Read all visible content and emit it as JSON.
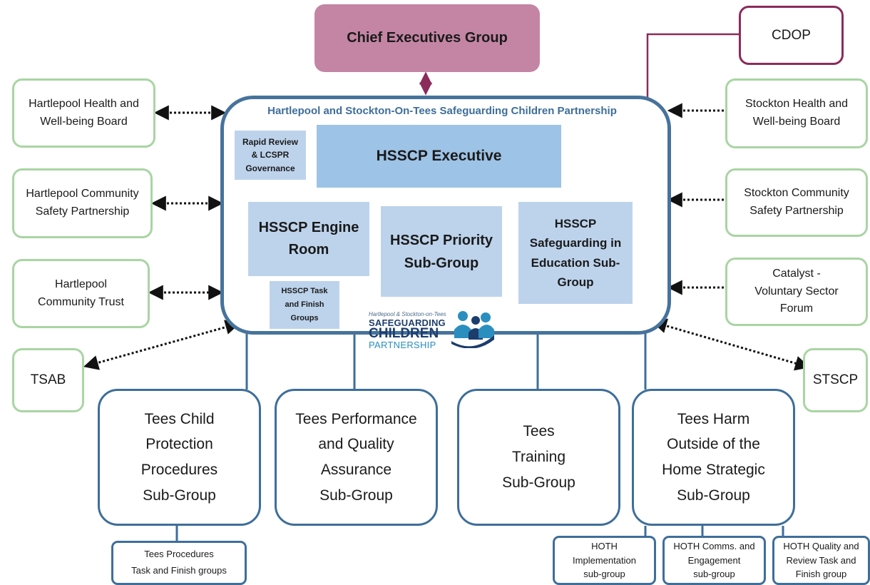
{
  "top": {
    "chief": "Chief Executives Group",
    "cdop": "CDOP"
  },
  "partnership": {
    "title": "Hartlepool and Stockton-On-Tees Safeguarding Children Partnership",
    "rapid_review": [
      "Rapid Review",
      "& LCSPR",
      "Governance"
    ],
    "executive": "HSSCP Executive",
    "engine_room": [
      "HSSCP Engine",
      "Room"
    ],
    "priority": [
      "HSSCP Priority",
      "Sub-Group"
    ],
    "education": [
      "HSSCP",
      "Safeguarding in",
      "Education Sub-",
      "Group"
    ],
    "task_finish": [
      "HSSCP Task",
      "and Finish",
      "Groups"
    ],
    "logo": {
      "small": "Hartlepool & Stockton-on-Tees",
      "line1": "SAFEGUARDING",
      "line2": "CHILDREN",
      "line3": "PARTNERSHIP"
    }
  },
  "left": {
    "health": [
      "Hartlepool Health and",
      "Well-being Board"
    ],
    "community_safety": [
      "Hartlepool Community",
      "Safety Partnership"
    ],
    "trust": [
      "Hartlepool",
      "Community Trust"
    ],
    "tsab": "TSAB"
  },
  "right": {
    "health": [
      "Stockton Health and",
      "Well-being Board"
    ],
    "community_safety": [
      "Stockton Community",
      "Safety Partnership"
    ],
    "catalyst": [
      "Catalyst -",
      "Voluntary Sector",
      "Forum"
    ],
    "stscp": "STSCP"
  },
  "subgroups": {
    "child_protection": [
      "Tees Child",
      "Protection",
      "Procedures",
      "Sub-Group"
    ],
    "performance": [
      "Tees Performance",
      "and Quality",
      "Assurance",
      "Sub-Group"
    ],
    "training": [
      "Tees",
      "Training",
      "Sub-Group"
    ],
    "harm": [
      "Tees Harm",
      "Outside of the",
      "Home Strategic",
      "Sub-Group"
    ]
  },
  "bottom": {
    "procedures": [
      "Tees Procedures",
      "Task and Finish groups"
    ],
    "hoth_impl": [
      "HOTH",
      "Implementation",
      "sub-group"
    ],
    "hoth_comms": [
      "HOTH Comms. and",
      "Engagement",
      "sub-group"
    ],
    "hoth_quality": [
      "HOTH Quality and",
      "Review Task and",
      "Finish group"
    ]
  },
  "colors": {
    "chief_fill": "#c485a4",
    "cdop_border": "#8b2b5c",
    "frame_blue": "#46739c",
    "green_border": "#a9d5a3",
    "light_blue": "#bdd3ec",
    "mid_blue": "#9dc3e6"
  }
}
